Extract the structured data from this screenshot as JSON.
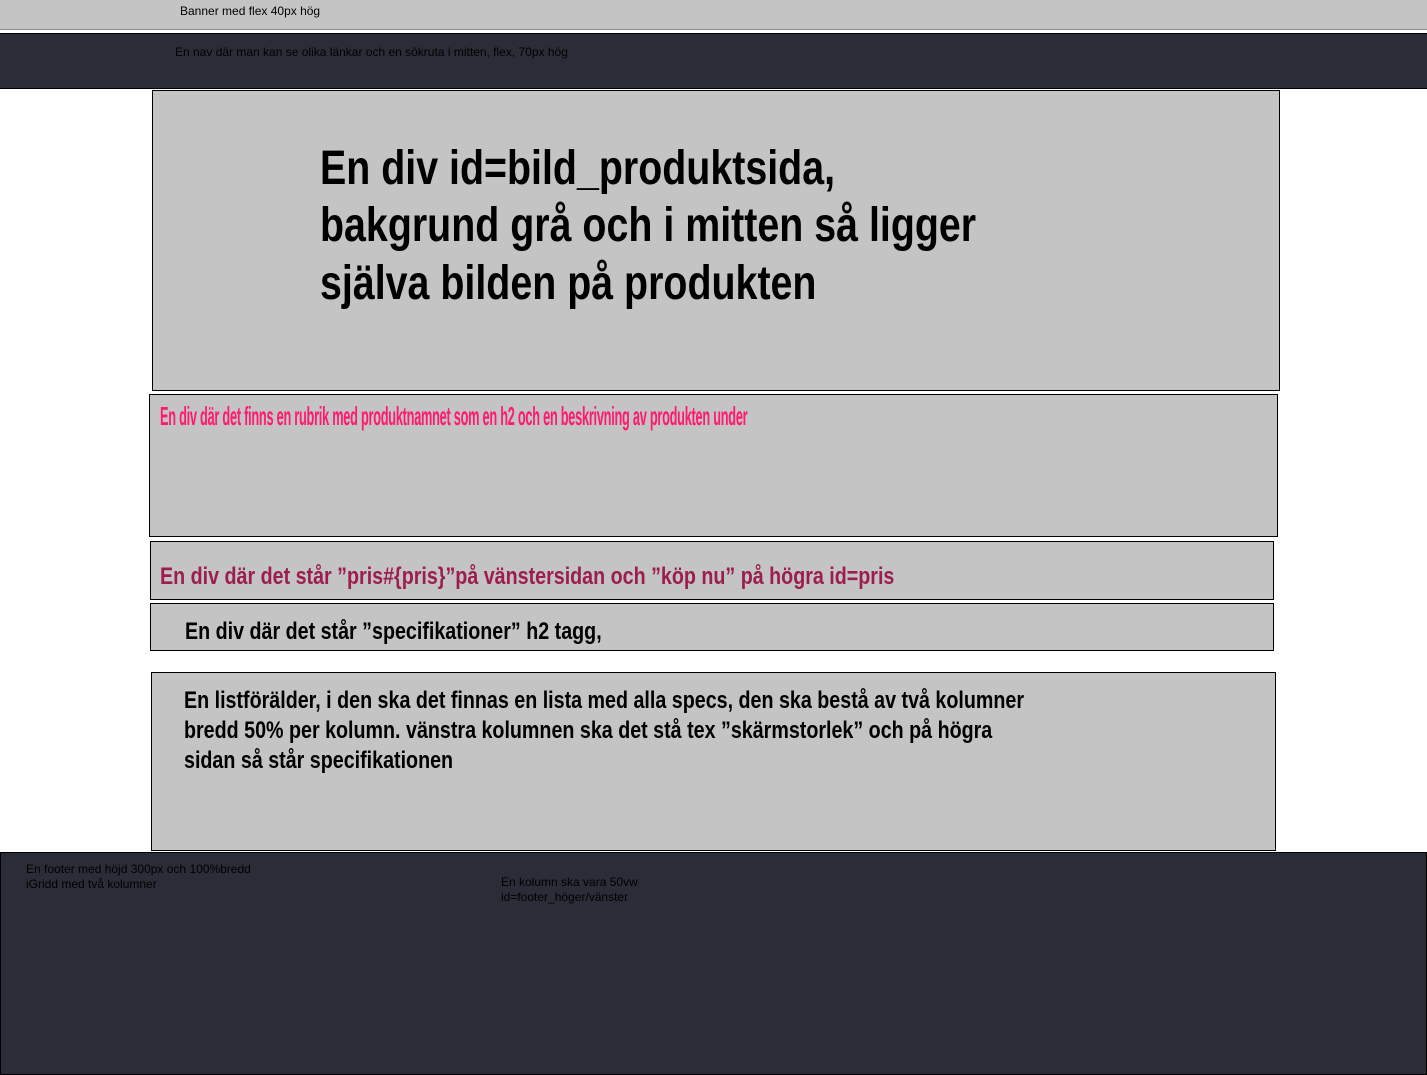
{
  "banner": {
    "text": "Banner med flex 40px hög",
    "color": "#c4c4c4"
  },
  "nav": {
    "text": "En nav där man kan se olika länkar och en sökruta i mitten, flex, 70px hög",
    "color": "#2a2d37"
  },
  "image_box": {
    "lines": [
      "En div id=bild_produktsida,",
      "bakgrund grå och i mitten så ligger",
      "själva bilden på produkten"
    ],
    "color": "#c4c4c4"
  },
  "description_box": {
    "text": "En div där det finns en rubrik med produktnamnet som en h2 och en beskrivning av produkten under",
    "text_color": "#ff1a6e"
  },
  "price_box": {
    "text": "En div där det står ”pris#{pris}”på vänstersidan och ”köp nu” på högra id=pris",
    "text_color": "#9b1e4e"
  },
  "spec_heading_box": {
    "text": "En div där det står ”specifikationer” h2 tagg,"
  },
  "list_box": {
    "lines": [
      "En listförälder, i den ska det finnas en lista med alla specs, den ska bestå av två kolumner",
      "bredd 50% per kolumn. vänstra kolumnen ska det stå tex ”skärmstorlek” och på högra",
      "sidan så står specifikationen"
    ]
  },
  "footer": {
    "left_lines": [
      "En footer med höjd 300px och 100%bredd",
      "iGridd med två kolumner"
    ],
    "right_lines": [
      "En kolumn ska vara 50vw",
      "id=footer_höger/vänster"
    ],
    "color": "#2a2d37"
  }
}
